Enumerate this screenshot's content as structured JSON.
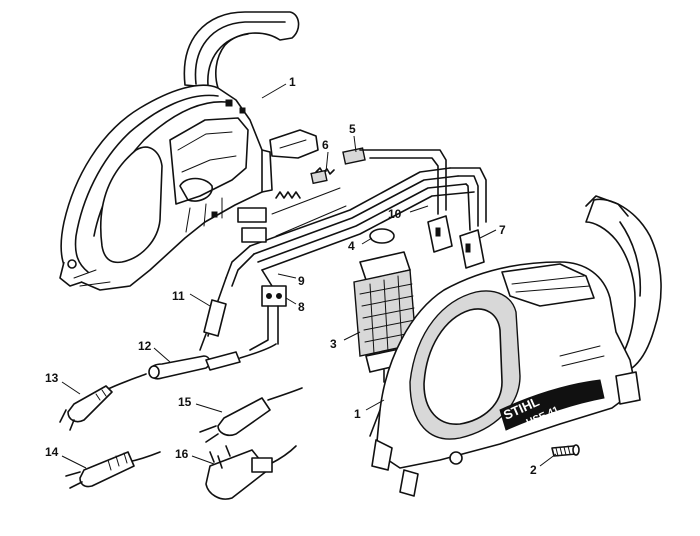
{
  "diagram": {
    "branding": {
      "brand": "STIHL",
      "model": "HSE 41"
    },
    "callouts": [
      {
        "id": "c1a",
        "label": "1"
      },
      {
        "id": "c1b",
        "label": "1"
      },
      {
        "id": "c2",
        "label": "2"
      },
      {
        "id": "c3",
        "label": "3"
      },
      {
        "id": "c4",
        "label": "4"
      },
      {
        "id": "c5",
        "label": "5"
      },
      {
        "id": "c6",
        "label": "6"
      },
      {
        "id": "c7",
        "label": "7"
      },
      {
        "id": "c8",
        "label": "8"
      },
      {
        "id": "c9",
        "label": "9"
      },
      {
        "id": "c10",
        "label": "10"
      },
      {
        "id": "c11",
        "label": "11"
      },
      {
        "id": "c12",
        "label": "12"
      },
      {
        "id": "c13",
        "label": "13"
      },
      {
        "id": "c14",
        "label": "14"
      },
      {
        "id": "c15",
        "label": "15"
      },
      {
        "id": "c16",
        "label": "16"
      }
    ]
  }
}
